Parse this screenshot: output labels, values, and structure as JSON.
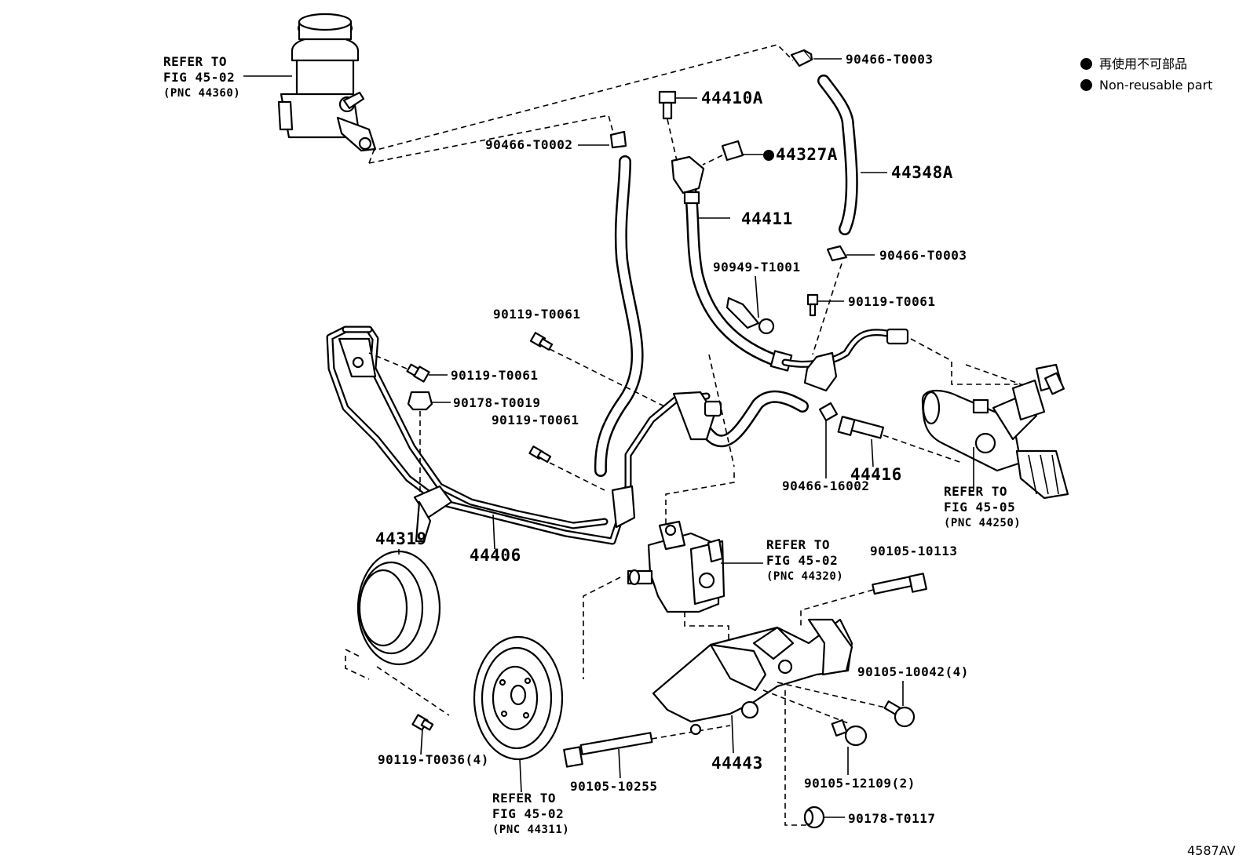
{
  "legend": {
    "item_1": "再使用不可部品",
    "item_2": "Non-reusable part"
  },
  "figure_id": "4587AV",
  "labels": {
    "reservoir_ref": [
      "REFER TO",
      "FIG 45-02",
      "(PNC 44360)"
    ],
    "clamp_top_right": "90466-T0003",
    "clamp_upper": "90466-T0002",
    "bolt_44410a": "44410A",
    "gasket_44327a": "44327A",
    "hose_44348a": "44348A",
    "hose_44411": "44411",
    "clamp_mid_right": "90466-T0003",
    "clamp_90949": "90949-T1001",
    "bolt_right": "90119-T0061",
    "bolt_center": "90119-T0061",
    "bolt_left_upper": "90119-T0061",
    "nut_90178": "90178-T0019",
    "bolt_left_lower": "90119-T0061",
    "clamp_16002": "90466-16002",
    "union_44416": "44416",
    "gear_ref": [
      "REFER TO",
      "FIG 45-05",
      "(PNC 44250)"
    ],
    "pulley_44319": "44319",
    "pipe_44406": "44406",
    "pump_ref": [
      "REFER TO",
      "FIG 45-02",
      "(PNC 44320)"
    ],
    "bolt_10113": "90105-10113",
    "bolt_10042": "90105-10042(4)",
    "bolt_t0036": "90119-T0036(4)",
    "bolt_10255": "90105-10255",
    "bracket_44443": "44443",
    "bolt_12109": "90105-12109(2)",
    "nut_t0117": "90178-T0117",
    "pulley_ref": [
      "REFER TO",
      "FIG 45-02",
      "(PNC 44311)"
    ]
  }
}
